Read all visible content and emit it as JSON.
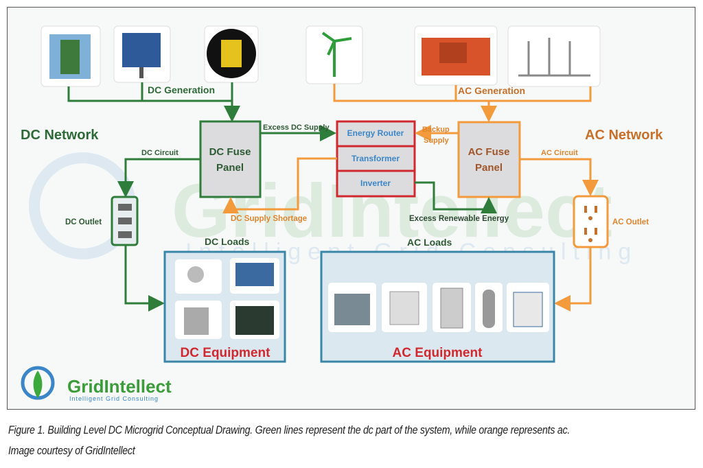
{
  "diagram": {
    "dc_generation": "DC Generation",
    "ac_generation": "AC Generation",
    "dc_network": "DC Network",
    "ac_network": "AC Network",
    "dc_fuse_panel": [
      "DC Fuse",
      "Panel"
    ],
    "ac_fuse_panel": [
      "AC Fuse",
      "Panel"
    ],
    "router_stack": [
      "Energy Router",
      "Transformer",
      "Inverter"
    ],
    "excess_dc_supply": "Excess DC Supply",
    "backup_supply": [
      "Backup",
      "Supply"
    ],
    "dc_supply_shortage": "DC Supply Shortage",
    "excess_renewable_energy": "Excess Renewable Energy",
    "dc_circuit": "DC Circuit",
    "ac_circuit": "AC Circuit",
    "dc_outlet": "DC Outlet",
    "ac_outlet": "AC Outlet",
    "dc_loads": "DC Loads",
    "ac_loads": "AC Loads",
    "dc_equipment": "DC Equipment",
    "ac_equipment": "AC Equipment",
    "watermark": "GridIntellect",
    "watermark_sub": "Intelligent Grid Consulting",
    "logo_name": "GridIntellect",
    "logo_tagline": "Intelligent Grid Consulting",
    "dc_sources": [
      "fuel-cell",
      "solar-panel",
      "battery"
    ],
    "ac_sources": [
      "wind-turbine",
      "generator",
      "utility-substation"
    ],
    "dc_devices": [
      "led-bulb",
      "television",
      "computer",
      "circuit-board"
    ],
    "ac_devices": [
      "air-conditioner",
      "washing-machine",
      "refrigerator",
      "water-heater",
      "stove"
    ]
  },
  "colors": {
    "dc": "#2e7d3a",
    "ac": "#f39a3c",
    "router": "#d0282e",
    "router_text": "#3a86c8",
    "equipment_text": "#d0282e",
    "equipment_border": "#3a86a8"
  },
  "caption": {
    "line1": "Figure 1. Building Level DC Microgrid Conceptual Drawing. Green lines represent the dc part of the system, while orange represents ac.",
    "line2": "Image courtesy of GridIntellect"
  }
}
